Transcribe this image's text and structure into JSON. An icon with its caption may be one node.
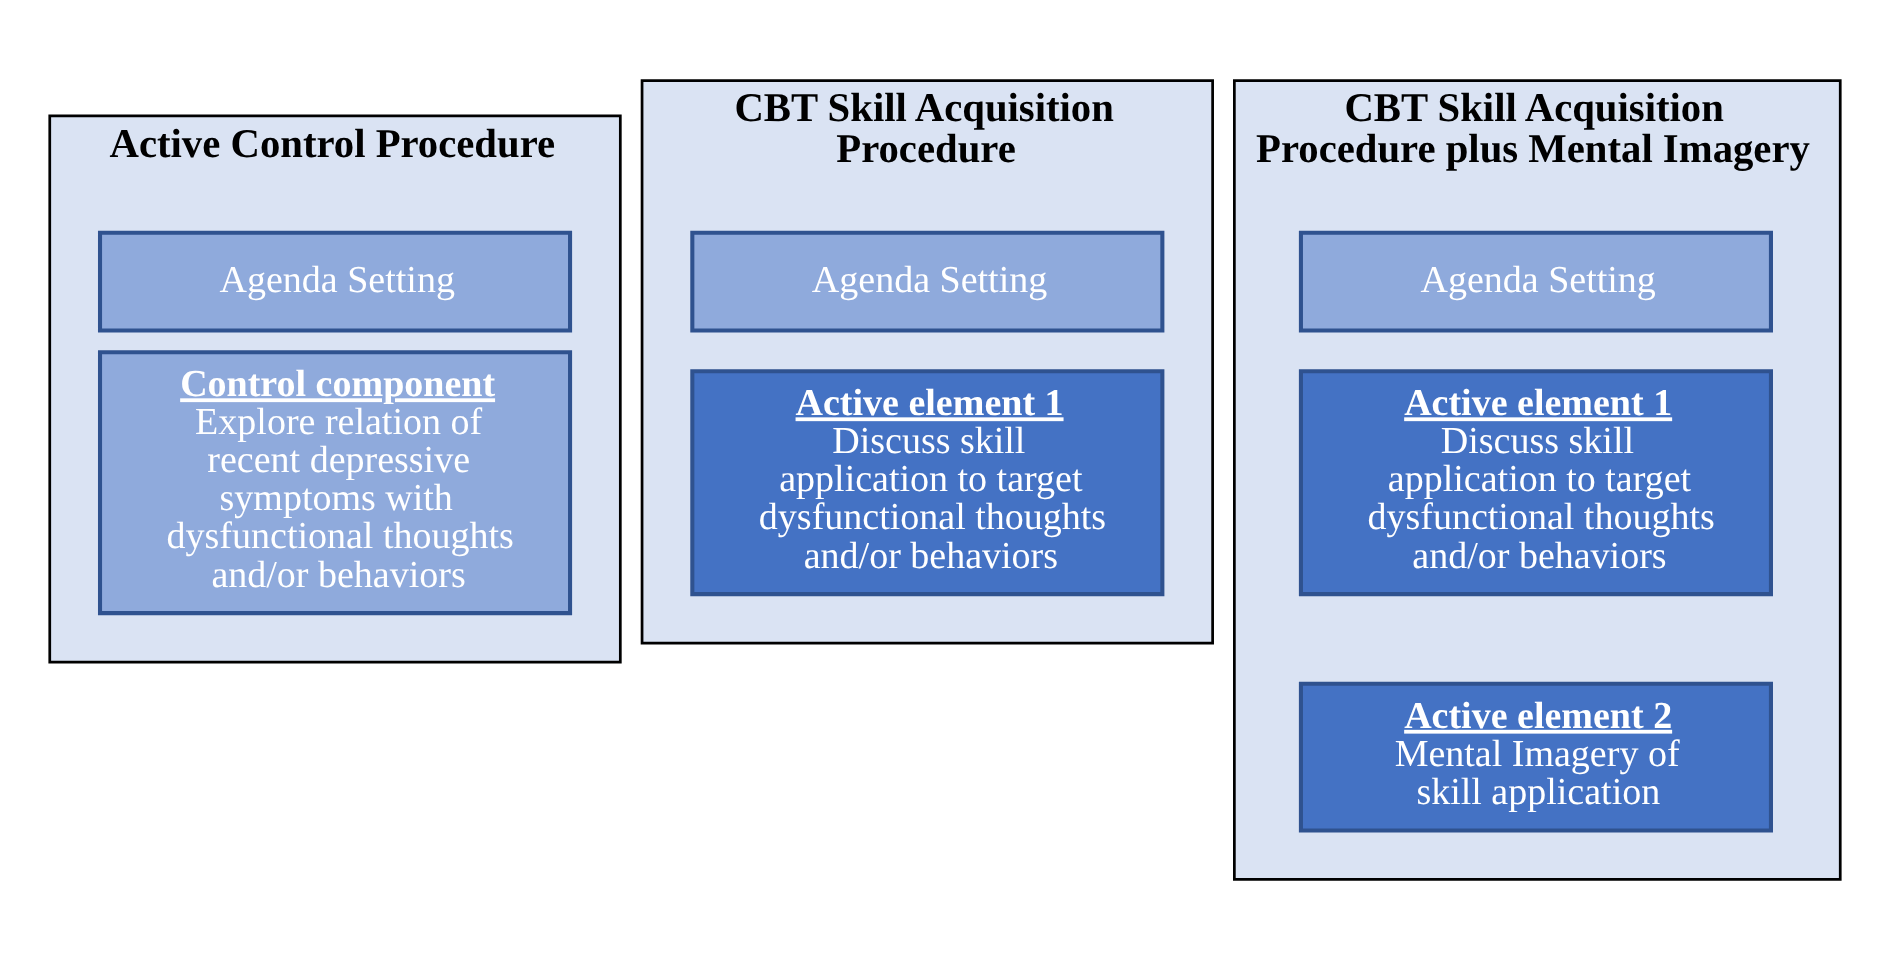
{
  "diagram": {
    "nodes": [
      {
        "text": [
          "Active Control Procedure"
        ]
      },
      {
        "text": [
          "Agenda Setting"
        ],
        "in": 0
      },
      {
        "text": [
          "Control component",
          "Explore relation of recent depressive symptoms with dysfunctional thoughts and/or behaviors"
        ],
        "in": 0
      },
      {
        "text": [
          "CBT Skill Acquisition Procedure"
        ]
      },
      {
        "text": [
          "Agenda Setting"
        ],
        "in": 3
      },
      {
        "text": [
          "Active element 1",
          "Discuss skill application to target dysfunctional thoughts and/or behaviors"
        ],
        "in": 3
      },
      {
        "text": [
          "CBT Skill Acquisition Procedure plus Mental Imagery"
        ]
      },
      {
        "text": [
          "Agenda Setting"
        ],
        "in": 6
      },
      {
        "text": [
          "Active element 1",
          "Discuss skill application to target dysfunctional thoughts and/or behaviors"
        ],
        "in": 6
      },
      {
        "text": [
          "Active element 2",
          "Mental Imagery of skill application"
        ],
        "in": 6
      }
    ],
    "edges": []
  }
}
